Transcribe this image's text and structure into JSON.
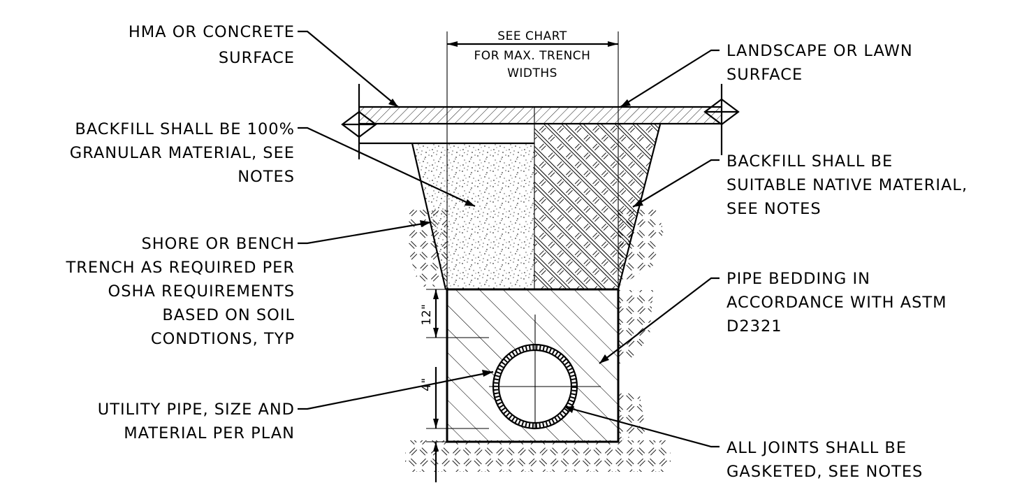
{
  "callouts": {
    "top_left": [
      "HMA OR CONCRETE",
      "SURFACE"
    ],
    "backfill_granular": [
      "BACKFILL SHALL BE 100%",
      "GRANULAR MATERIAL, SEE",
      "NOTES"
    ],
    "shore_bench": [
      "SHORE OR BENCH",
      "TRENCH AS REQUIRED PER",
      "OSHA REQUIREMENTS",
      "BASED ON SOIL",
      "CONDTIONS, TYP"
    ],
    "utility_pipe": [
      "UTILITY PIPE, SIZE AND",
      "MATERIAL PER PLAN"
    ],
    "landscape": [
      "LANDSCAPE OR LAWN",
      "SURFACE"
    ],
    "backfill_native": [
      "BACKFILL SHALL BE",
      "SUITABLE NATIVE MATERIAL,",
      "SEE NOTES"
    ],
    "pipe_bedding": [
      "PIPE BEDDING IN",
      "ACCORDANCE WITH ASTM",
      "D2321"
    ],
    "joints": [
      "ALL JOINTS SHALL BE",
      "GASKETED, SEE NOTES"
    ]
  },
  "dimensions": {
    "trench_width": [
      "SEE CHART",
      "FOR MAX. TRENCH",
      "WIDTHS"
    ],
    "bedding_above": "12\"",
    "bedding_below": "4\""
  }
}
